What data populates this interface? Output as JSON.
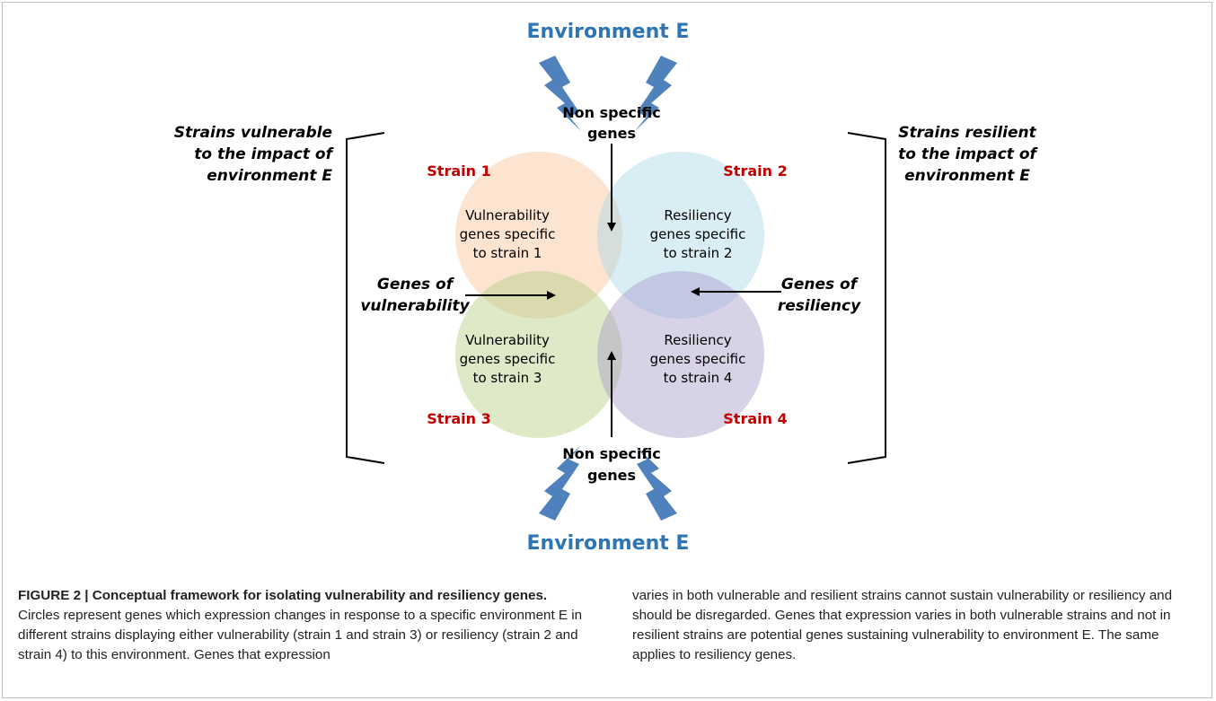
{
  "environment_top": "Environment E",
  "environment_bottom": "Environment E",
  "non_specific_top": [
    "Non specific",
    "genes"
  ],
  "non_specific_bottom": [
    "Non specific",
    "genes"
  ],
  "left_bracket_label": [
    "Strains vulnerable",
    "to the impact of",
    "environment E"
  ],
  "right_bracket_label": [
    "Strains resilient",
    "to the impact of",
    "environment E"
  ],
  "genes_vulnerability": [
    "Genes of",
    "vulnerability"
  ],
  "genes_resiliency": [
    "Genes of",
    "resiliency"
  ],
  "strains": [
    {
      "label": "Strain 1",
      "text": [
        "Vulnerability",
        "genes specific",
        "to strain 1"
      ],
      "fill": "#f8c39a"
    },
    {
      "label": "Strain 2",
      "text": [
        "Resiliency",
        "genes specific",
        "to strain  2"
      ],
      "fill": "#a9d7e6"
    },
    {
      "label": "Strain 3",
      "text": [
        "Vulnerability",
        "genes specific",
        "to strain  3"
      ],
      "fill": "#b3cf82"
    },
    {
      "label": "Strain 4",
      "text": [
        "Resiliency",
        "genes specific",
        "to strain  4"
      ],
      "fill": "#a99bc9"
    }
  ],
  "colors": {
    "environment_text": "#2e75b6",
    "strain_label": "#c00000",
    "lightning": "#4f81bd"
  },
  "icons": [
    "lightning-bolt-icon",
    "arrow-icon",
    "bracket"
  ],
  "caption": {
    "label": "FIGURE 2 | Conceptual framework for isolating vulnerability and resiliency genes.",
    "left_body": " Circles represent genes which expression changes in response to a specific environment E in different strains displaying either vulnerability (strain 1 and strain 3) or resiliency (strain 2 and strain 4) to this environment. Genes that expression",
    "right_body": "varies in both vulnerable and resilient strains cannot sustain vulnerability or resiliency and should be disregarded. Genes that expression varies in both vulnerable strains and not in resilient strains are potential genes sustaining vulnerability to environment E. The same applies to resiliency genes."
  }
}
